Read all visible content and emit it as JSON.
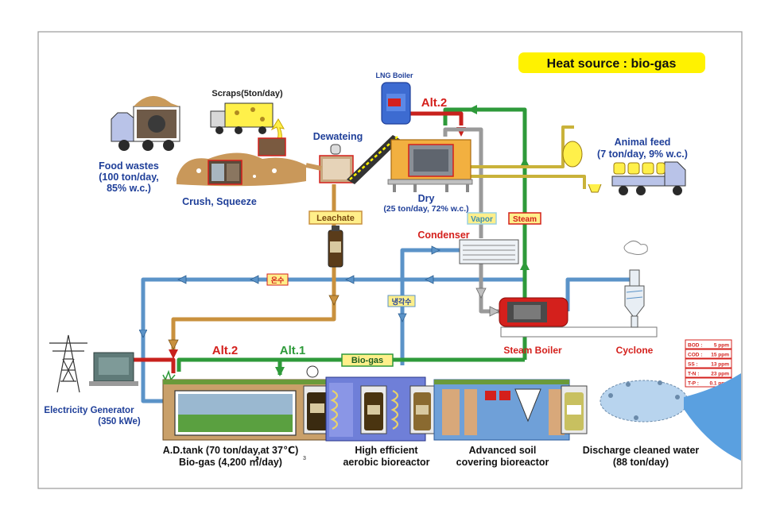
{
  "header": {
    "heat_source": "Heat source : bio-gas"
  },
  "labels": {
    "food_wastes": [
      "Food wastes",
      "(100 ton/day,",
      "85% w.c.)"
    ],
    "scraps": "Scraps(5ton/day)",
    "crush": "Crush, Squeeze",
    "dewatering": "Dewateing",
    "lng_boiler": "LNG Boiler",
    "alt2_top": "Alt.2",
    "dry": "Dry",
    "dry_spec": "(25 ton/day, 72% w.c.)",
    "animal_feed": [
      "Animal feed",
      "(7 ton/day, 9% w.c.)"
    ],
    "leachate": "Leachate",
    "vapor": "Vapor",
    "steam": "Steam",
    "condenser": "Condenser",
    "hot_water_kr": "온수",
    "cooling_water_kr": "냉각수",
    "steam_boiler": "Steam Boiler",
    "cyclone": "Cyclone",
    "alt2_mid": "Alt.2",
    "alt1": "Alt.1",
    "biogas": "Bio-gas",
    "electricity": [
      "Electricity  Generator",
      "(350 kWe)"
    ],
    "ad_tank": [
      "A.D.tank (70 ton/day,at 37℃)",
      "Bio-gas (4,200 ㎥/day)"
    ],
    "ad_tank_footnote": "3",
    "aerobic": [
      "High efficient",
      "aerobic bioreactor"
    ],
    "soil": [
      "Advanced soil",
      "covering bioreactor"
    ],
    "discharge": [
      "Discharge cleaned water",
      "(88 ton/day)"
    ]
  },
  "water_quality": [
    {
      "param": "BOD :",
      "value": "5 ppm"
    },
    {
      "param": "COD :",
      "value": "15 ppm"
    },
    {
      "param": "SS :",
      "value": "13 ppm"
    },
    {
      "param": "T-N :",
      "value": "23 ppm"
    },
    {
      "param": "T-P :",
      "value": "0.1 ppm"
    }
  ],
  "colors": {
    "blue_pipe": "#5b93c8",
    "green_pipe": "#2e9a3a",
    "brown_pipe": "#c9913e",
    "gray_pipe": "#9a9a9a",
    "red_pipe": "#c8211d",
    "yellow_pipe": "#c9b23a",
    "label_blue": "#1f3f99",
    "label_red": "#d4201c",
    "heat_bg": "#fff200",
    "tag_bg": "#ffef8a"
  }
}
